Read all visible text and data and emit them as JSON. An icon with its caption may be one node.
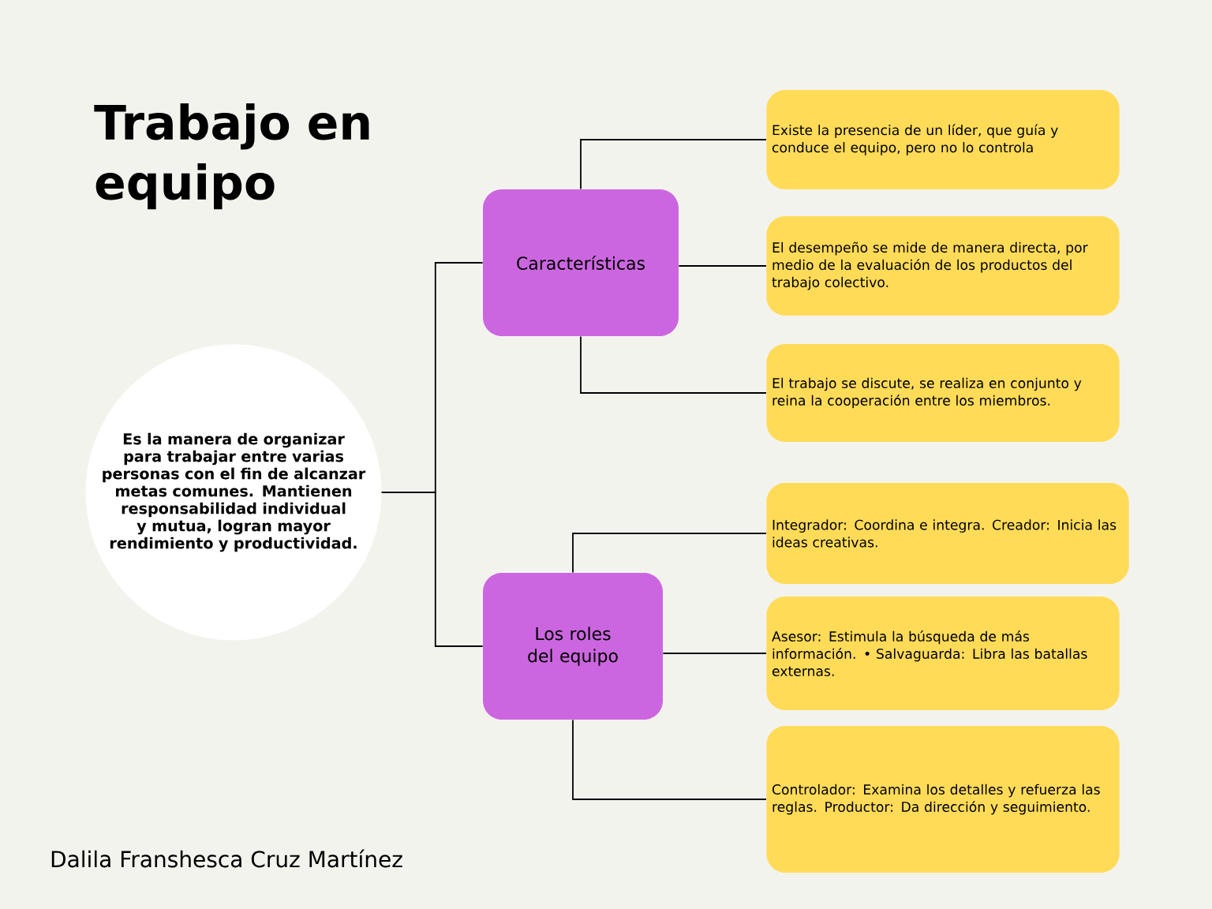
{
  "diagram": {
    "title": "Trabajo en equipo",
    "nodes": [
      {
        "text": [
          "Es la manera de organizar para trabajar entre varias personas con el fin de alcanzar metas comunes. Mantienen responsabilidad individual y mutua, logran mayor rendimiento y productividad."
        ]
      },
      {
        "text": [
          "Características"
        ]
      },
      {
        "text": [
          "Los roles del equipo"
        ]
      },
      {
        "text": [
          "Existe la presencia de un líder, que guía y conduce el equipo, pero no lo controla"
        ]
      },
      {
        "text": [
          "El desempeño se mide de manera directa, por medio de la evaluación de los productos del trabajo colectivo."
        ]
      },
      {
        "text": [
          "El trabajo se discute, se realiza en conjunto y reina la cooperación entre los miembros."
        ]
      },
      {
        "text": [
          "Integrador: Coordina e integra. Creador: Inicia las ideas creativas."
        ]
      },
      {
        "text": [
          "Asesor: Estimula la búsqueda de más información. • Salvaguarda: Libra las batallas externas."
        ]
      },
      {
        "text": [
          "Controlador: Examina los detalles y refuerza las reglas. Productor: Da dirección y seguimiento."
        ]
      }
    ],
    "edges": [
      {
        "from": 0,
        "to": 1,
        "arrow": "none"
      },
      {
        "from": 0,
        "to": 2,
        "arrow": "none"
      },
      {
        "from": 1,
        "to": 3,
        "arrow": "none"
      },
      {
        "from": 1,
        "to": 4,
        "arrow": "none"
      },
      {
        "from": 1,
        "to": 5,
        "arrow": "none"
      },
      {
        "from": 2,
        "to": 6,
        "arrow": "none"
      },
      {
        "from": 2,
        "to": 7,
        "arrow": "none"
      },
      {
        "from": 2,
        "to": 8,
        "arrow": "none"
      }
    ],
    "labels": [
      "Dalila Franshesca Cruz Martínez"
    ]
  }
}
